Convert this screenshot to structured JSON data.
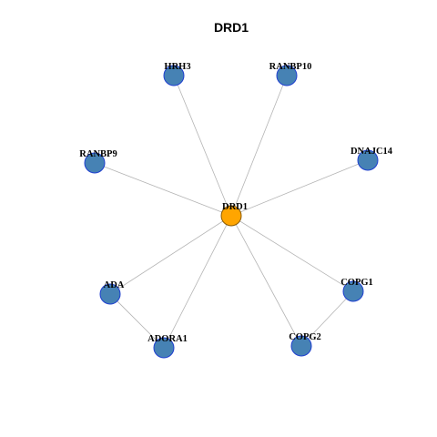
{
  "title": "DRD1",
  "colors": {
    "center_fill": "#FFA500",
    "center_stroke": "#8a5a00",
    "neighbor_fill": "#4682B4",
    "neighbor_stroke": "#1f3fd0",
    "edge": "#b4b4b4"
  },
  "center": {
    "id": "drd1",
    "label": "DRD1"
  },
  "neighbors": [
    {
      "id": "hrh3",
      "label": "HRH3"
    },
    {
      "id": "ranbp10",
      "label": "RANBP10"
    },
    {
      "id": "dnajc14",
      "label": "DNAJC14"
    },
    {
      "id": "copg1",
      "label": "COPG1"
    },
    {
      "id": "copg2",
      "label": "COPG2"
    },
    {
      "id": "adora1",
      "label": "ADORA1"
    },
    {
      "id": "ada",
      "label": "ADA"
    },
    {
      "id": "ranbp9",
      "label": "RANBP9"
    }
  ],
  "edges": [
    [
      "drd1",
      "hrh3"
    ],
    [
      "drd1",
      "ranbp10"
    ],
    [
      "drd1",
      "dnajc14"
    ],
    [
      "drd1",
      "copg1"
    ],
    [
      "drd1",
      "copg2"
    ],
    [
      "drd1",
      "adora1"
    ],
    [
      "drd1",
      "ada"
    ],
    [
      "drd1",
      "ranbp9"
    ],
    [
      "copg1",
      "copg2"
    ],
    [
      "ada",
      "adora1"
    ]
  ]
}
